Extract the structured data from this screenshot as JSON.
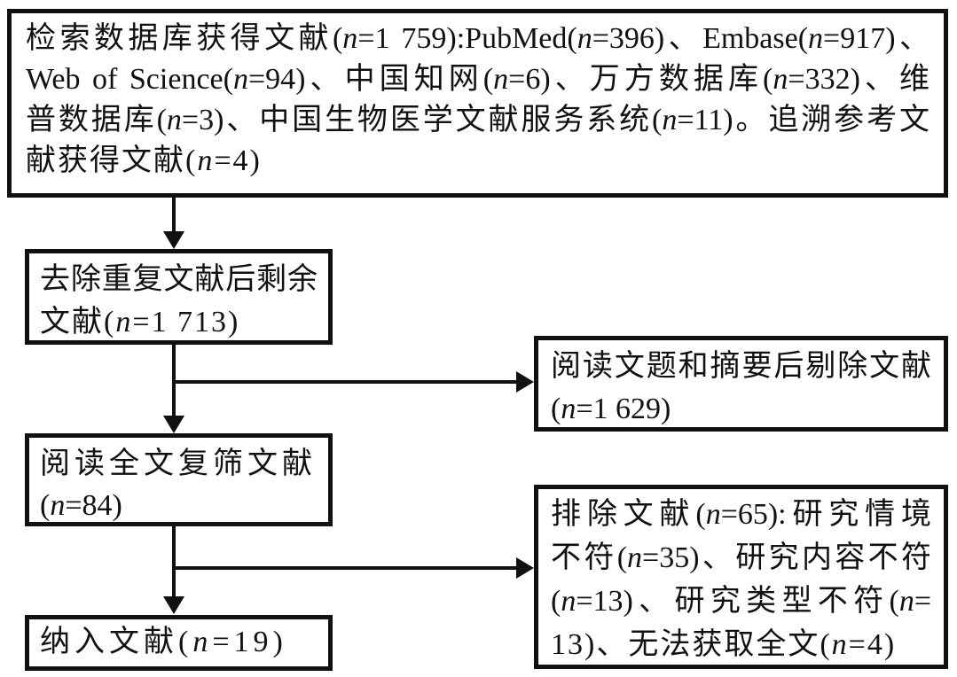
{
  "flowchart": {
    "title": "literature-screening-flow",
    "colors": {
      "background": "#ffffff",
      "box_border": "#111111",
      "text": "#111111",
      "arrow": "#111111"
    },
    "boxes": {
      "search": {
        "lines": [
          "检索数据库获得文献(n=1 759):PubMed(n=396)、Embase(n=917)、",
          "Web of Science(n=94)、中国知网(n=6)、万方数据库(n=332)、维",
          "普数据库(n=3)、中国生物医学文献服务系统(n=11)。追溯参考文",
          "献获得文献(n=4)"
        ]
      },
      "dedup": {
        "lines": [
          "去除重复文献后剩余",
          "文献(n=1 713)"
        ]
      },
      "title_abstract_excluded": {
        "lines": [
          "阅读文题和摘要后剔除文献",
          "(n=1 629)"
        ]
      },
      "fulltext_screen": {
        "lines": [
          "阅读全文复筛文献",
          "(n=84)"
        ]
      },
      "excluded_reasons": {
        "lines": [
          "排除文献(n=65):研究情境",
          "不符(n=35)、研究内容不符",
          "(n=13)、研究类型不符(n=",
          "13)、无法获取全文(n=4)"
        ]
      },
      "included": {
        "lines": [
          "纳入文献(n=19)"
        ]
      }
    }
  }
}
